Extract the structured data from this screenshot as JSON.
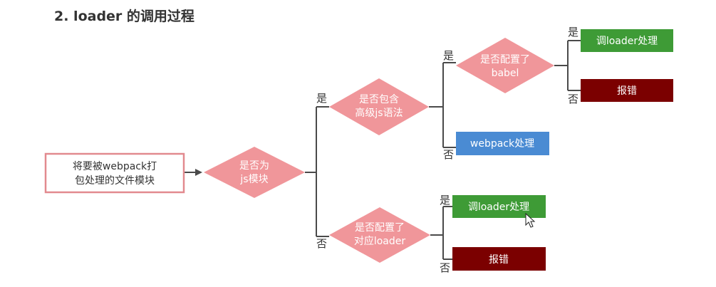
{
  "title": "2. loader 的调用过程",
  "colors": {
    "diamond": "#f0969a",
    "green": "#3e9b36",
    "darkred": "#7b0000",
    "blue": "#4a8bd3",
    "start_border": "#e28a8f",
    "line": "#4a4a4a"
  },
  "nodes": {
    "start": [
      "将要被webpack打",
      "包处理的文件模块"
    ],
    "is_js": [
      "是否为",
      "js模块"
    ],
    "has_advanced": [
      "是否包含",
      "高级js语法"
    ],
    "babel_config": [
      "是否配置了",
      "babel"
    ],
    "loader_config": [
      "是否配置了",
      "对应loader"
    ],
    "call_loader_1": "调loader处理",
    "error_1": "报错",
    "webpack_process": "webpack处理",
    "call_loader_2": "调loader处理",
    "error_2": "报错"
  },
  "labels": {
    "yes": "是",
    "no": "否"
  },
  "icons": {
    "cursor": "mouse-cursor-icon"
  }
}
